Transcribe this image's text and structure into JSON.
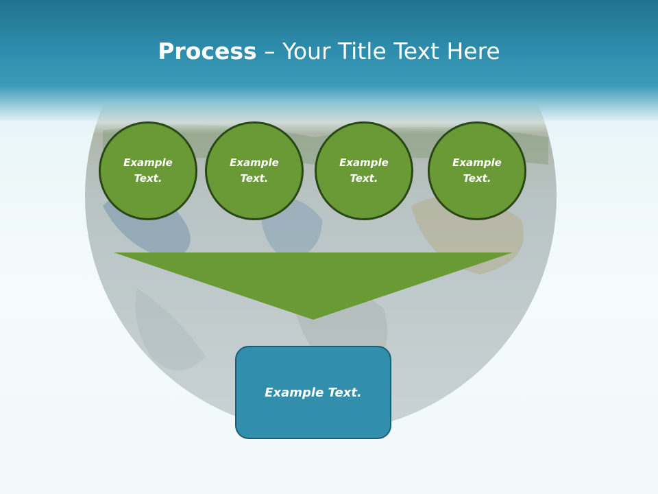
{
  "slide": {
    "title_bold": "Process",
    "title_rest": " – Your Title Text Here",
    "steps": [
      {
        "label": "Example Text."
      },
      {
        "label": "Example Text."
      },
      {
        "label": "Example Text."
      },
      {
        "label": "Example Text."
      }
    ],
    "result_label": "Example Text."
  },
  "colors": {
    "header": "#2d8cab",
    "step_fill": "#699a35",
    "step_border": "#2a4716",
    "funnel": "#699a35",
    "result_fill": "#318fad",
    "result_border": "#1d5c72"
  },
  "icons": {
    "background": "earth-globe-image",
    "funnel": "down-arrow-funnel"
  }
}
